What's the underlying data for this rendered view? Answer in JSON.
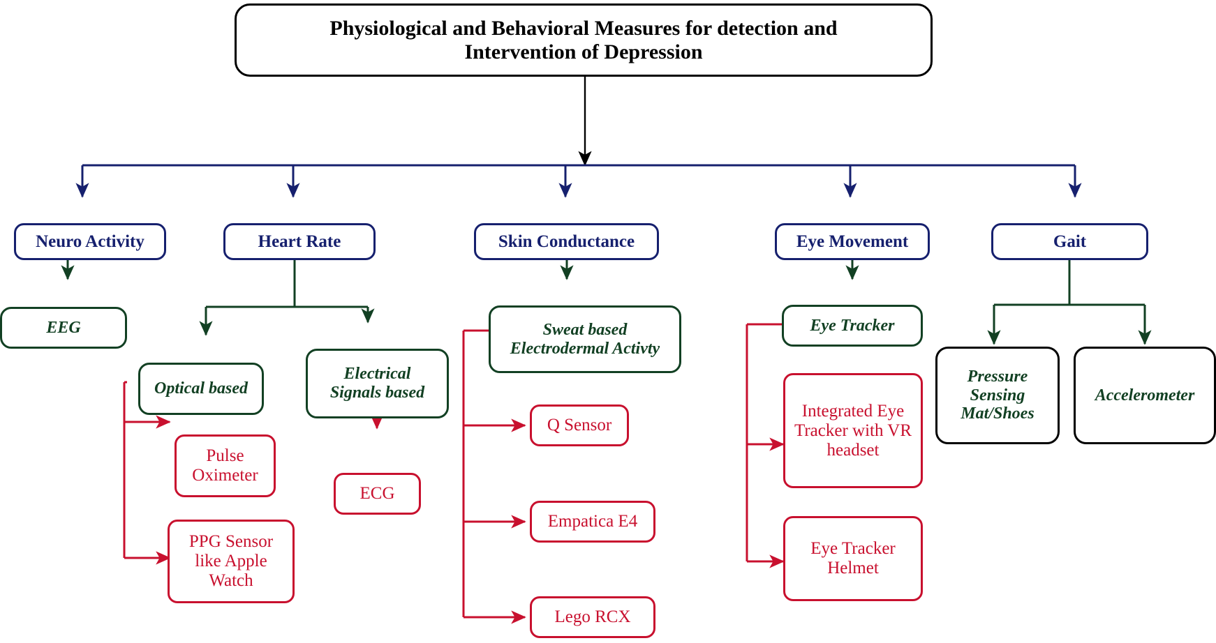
{
  "diagram": {
    "title_node": {
      "label": "Physiological and Behavioral Measures for detection and Intervention of Depression",
      "line1": "Physiological and Behavioral Measures for detection and",
      "line2": "Intervention of Depression"
    },
    "colors": {
      "root_border": "#000000",
      "root_text": "#000000",
      "level1_border": "#16206e",
      "level1_text": "#16206e",
      "level2_border": "#124023",
      "level2_text": "#124023",
      "level2_alt_border": "#000000",
      "level3_border": "#c8102e",
      "level3_text": "#c8102e",
      "background": "#ffffff"
    },
    "level1": [
      {
        "id": "neuro-activity",
        "label": "Neuro Activity"
      },
      {
        "id": "heart-rate",
        "label": "Heart Rate"
      },
      {
        "id": "skin-conductance",
        "label": "Skin Conductance"
      },
      {
        "id": "eye-movement",
        "label": "Eye Movement"
      },
      {
        "id": "gait",
        "label": "Gait"
      }
    ],
    "level2": [
      {
        "id": "eeg",
        "label": "EEG",
        "parent": "neuro-activity"
      },
      {
        "id": "optical-based",
        "label": "Optical based",
        "parent": "heart-rate"
      },
      {
        "id": "electrical-signals",
        "line1": "Electrical",
        "line2": "Signals based",
        "label": "Electrical Signals based",
        "parent": "heart-rate"
      },
      {
        "id": "sweat-eda",
        "line1": "Sweat based",
        "line2": "Electrodermal Activty",
        "label": "Sweat based Electrodermal Activty",
        "parent": "skin-conductance"
      },
      {
        "id": "eye-tracker",
        "label": "Eye Tracker",
        "parent": "eye-movement"
      },
      {
        "id": "pressure-mat",
        "line1": "Pressure",
        "line2": "Sensing",
        "line3": "Mat/Shoes",
        "label": "Pressure Sensing Mat/Shoes",
        "parent": "gait"
      },
      {
        "id": "accelerometer",
        "label": "Accelerometer",
        "parent": "gait"
      }
    ],
    "level3": [
      {
        "id": "pulse-oximeter",
        "line1": "Pulse",
        "line2": "Oximeter",
        "label": "Pulse Oximeter",
        "parent": "optical-based"
      },
      {
        "id": "ppg-sensor",
        "line1": "PPG Sensor",
        "line2": "like Apple",
        "line3": "Watch",
        "label": "PPG Sensor like Apple Watch",
        "parent": "optical-based"
      },
      {
        "id": "ecg",
        "label": "ECG",
        "parent": "electrical-signals"
      },
      {
        "id": "q-sensor",
        "label": "Q Sensor",
        "parent": "sweat-eda"
      },
      {
        "id": "empatica-e4",
        "label": "Empatica E4",
        "parent": "sweat-eda"
      },
      {
        "id": "lego-rcx",
        "label": "Lego RCX",
        "parent": "sweat-eda"
      },
      {
        "id": "integrated-vr",
        "line1": "Integrated Eye",
        "line2": "Tracker with VR",
        "line3": "headset",
        "label": "Integrated Eye Tracker with VR headset",
        "parent": "eye-tracker"
      },
      {
        "id": "eye-tracker-helmet",
        "line1": "Eye Tracker",
        "line2": "Helmet",
        "label": "Eye Tracker Helmet",
        "parent": "eye-tracker"
      }
    ]
  }
}
